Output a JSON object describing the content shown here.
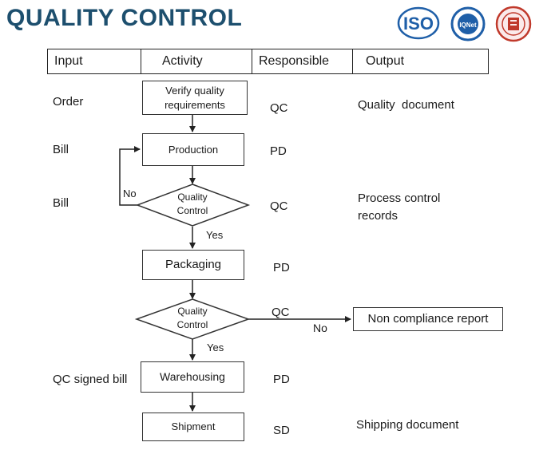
{
  "title": "QUALITY CONTROL",
  "logos": [
    {
      "name": "iso-logo",
      "text": "ISO",
      "color": "#1f5fa8"
    },
    {
      "name": "iqnet-logo",
      "text": "IQNet",
      "color": "#1f5fa8"
    },
    {
      "name": "certification-seal-logo",
      "text": "",
      "color": "#c0392b"
    }
  ],
  "header": {
    "input": "Input",
    "activity": "Activity",
    "responsible": "Responsible",
    "output": "Output"
  },
  "inputs": {
    "order": "Order",
    "bill_1": "Bill",
    "bill_2": "Bill",
    "qc_signed_bill": "QC signed bill"
  },
  "activities": {
    "verify": "Verify quality requirements",
    "production": "Production",
    "quality_control_1": "Quality Control",
    "packaging": "Packaging",
    "quality_control_2": "Quality Control",
    "warehousing": "Warehousing",
    "shipment": "Shipment"
  },
  "responsible": {
    "verify": "QC",
    "production": "PD",
    "quality_control_1": "QC",
    "packaging": "PD",
    "quality_control_2": "QC",
    "warehousing": "PD",
    "shipment": "SD"
  },
  "outputs": {
    "quality_document": "Quality  document",
    "process_control_records": "Process control records",
    "non_compliance_report": "Non compliance report",
    "shipping_document": "Shipping document"
  },
  "branch_labels": {
    "qc1_no": "No",
    "qc1_yes": "Yes",
    "qc2_no": "No",
    "qc2_yes": "Yes"
  }
}
